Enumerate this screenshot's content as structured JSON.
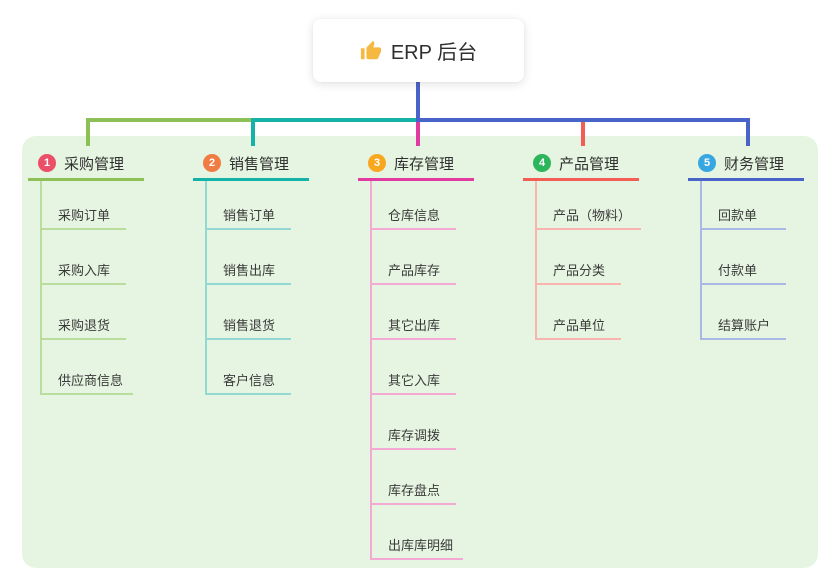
{
  "root": {
    "icon": "thumbs-up",
    "label": "ERP 后台"
  },
  "colors": {
    "panel": "#e6f5e1",
    "stem_blue": "#4a63c8",
    "icon_gold": "#f5b841",
    "text_dark": "#303030"
  },
  "branches": [
    {
      "num": "1",
      "label": "采购管理",
      "line_color": "#8ec058",
      "child_line_color": "#badd9e",
      "badge_color": "#ec4f68",
      "children": [
        "采购订单",
        "采购入库",
        "采购退货",
        "供应商信息"
      ]
    },
    {
      "num": "2",
      "label": "销售管理",
      "line_color": "#14b2a7",
      "child_line_color": "#92d9d3",
      "badge_color": "#f07b43",
      "children": [
        "销售订单",
        "销售出库",
        "销售退货",
        "客户信息"
      ]
    },
    {
      "num": "3",
      "label": "库存管理",
      "line_color": "#e13aa0",
      "child_line_color": "#f4a9d4",
      "badge_color": "#f9a71f",
      "children": [
        "仓库信息",
        "产品库存",
        "其它出库",
        "其它入库",
        "库存调拨",
        "库存盘点",
        "出库库明细"
      ]
    },
    {
      "num": "4",
      "label": "产品管理",
      "line_color": "#f35d55",
      "child_line_color": "#f9b4af",
      "badge_color": "#2db55b",
      "children": [
        "产品（物料）",
        "产品分类",
        "产品单位"
      ]
    },
    {
      "num": "5",
      "label": "财务管理",
      "line_color": "#4a63c8",
      "child_line_color": "#aab8e6",
      "badge_color": "#38a6e0",
      "children": [
        "回款单",
        "付款单",
        "结算账户"
      ]
    }
  ]
}
